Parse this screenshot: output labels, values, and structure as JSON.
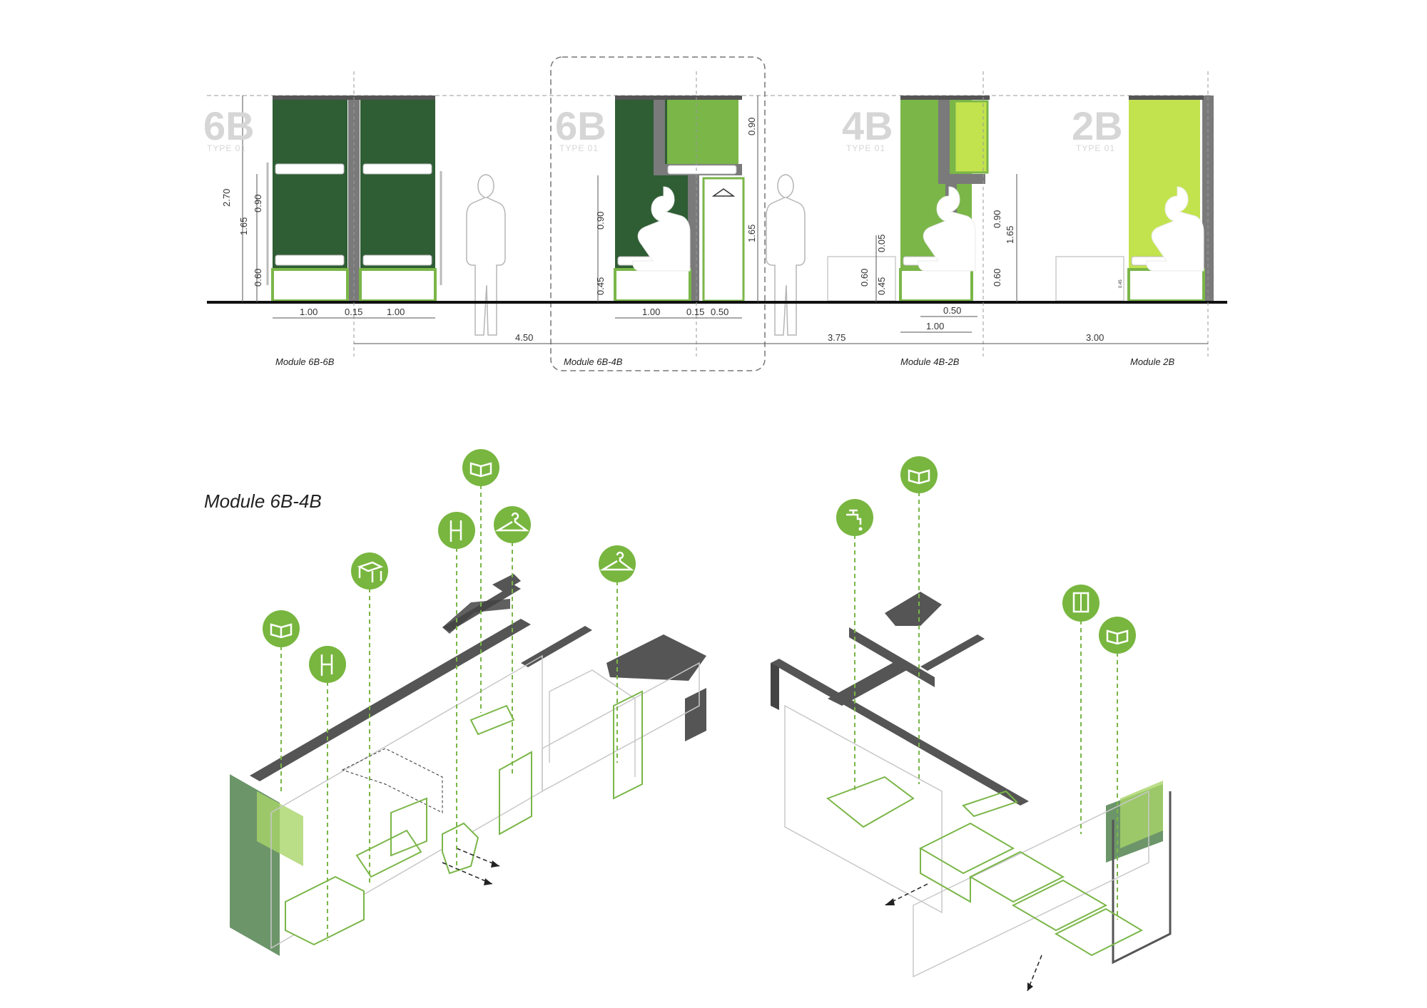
{
  "elevation": {
    "type_labels": [
      {
        "big": "6B",
        "small": "TYPE 01"
      },
      {
        "big": "6B",
        "small": "TYPE 01"
      },
      {
        "big": "4B",
        "small": "TYPE 01"
      },
      {
        "big": "2B",
        "small": "TYPE 01"
      }
    ],
    "modules": [
      "Module 6B-6B",
      "Module 6B-4B",
      "Module 4B-2B",
      "Module 2B"
    ],
    "dims": {
      "h270": "2.70",
      "h165": "1.65",
      "h090": "0.90",
      "h060": "0.60",
      "h045": "0.45",
      "h005": "0.05",
      "w100": "1.00",
      "w015": "0.15",
      "w050": "0.50",
      "s450": "4.50",
      "s375": "3.75",
      "s300": "3.00",
      "tiny": "0.45"
    }
  },
  "axonometric": {
    "title": "Module 6B-4B",
    "icons_left": [
      "book-icon",
      "chair-icon",
      "table-icon",
      "chair-icon",
      "book-icon",
      "hanger-icon",
      "hanger-icon"
    ],
    "icons_right": [
      "faucet-icon",
      "book-icon",
      "locker-icon",
      "book-icon"
    ]
  },
  "colors": {
    "dark_green": "#2f5d34",
    "mid_green": "#7ab648",
    "light_green": "#c2e34e",
    "wall_grey": "#7a7a7a",
    "icon_green": "#78b63f"
  }
}
